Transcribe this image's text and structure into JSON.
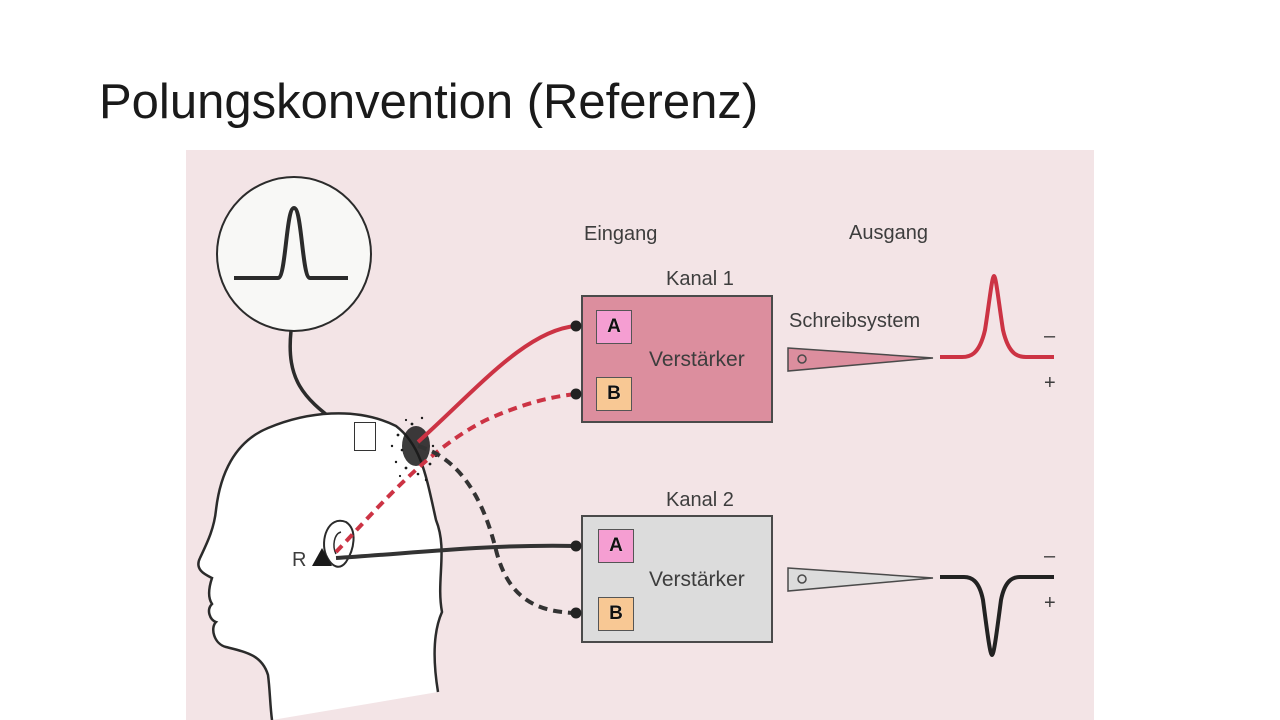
{
  "slide": {
    "title": "Polungskonvention (Referenz)"
  },
  "figure": {
    "header_input": "Eingang",
    "header_output": "Ausgang",
    "reference_label": "R",
    "channel1": {
      "name": "Kanal 1",
      "amplifier": "Verstärker",
      "writer": "Schreibsystem",
      "input_a": "A",
      "input_b": "B",
      "polarity_minus": "–",
      "polarity_plus": "+"
    },
    "channel2": {
      "name": "Kanal 2",
      "amplifier": "Verstärker",
      "input_a": "A",
      "input_b": "B",
      "polarity_minus": "–",
      "polarity_plus": "+"
    },
    "colors": {
      "background": "#f3e4e6",
      "channel1_box": "#dc8e9e",
      "channel2_box": "#dcdcdc",
      "wire_red": "#cc3344",
      "wire_dark": "#333333",
      "tag_a": "#f59ed2",
      "tag_b": "#f8c894"
    }
  }
}
